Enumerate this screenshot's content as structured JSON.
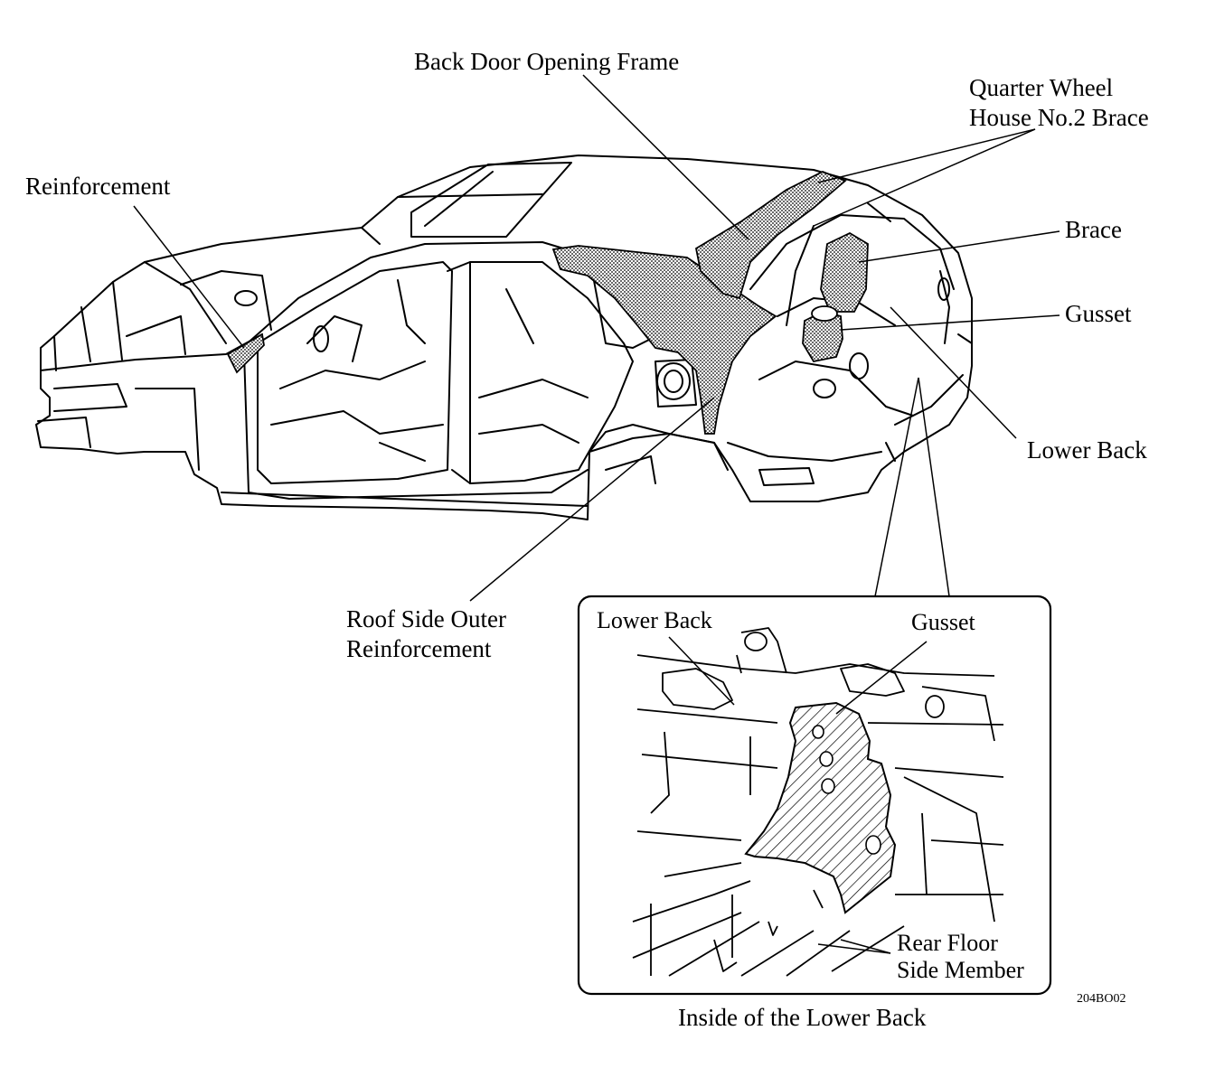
{
  "labels": {
    "back_door_opening_frame": "Back Door Opening Frame",
    "quarter_wheel_house_line1": "Quarter Wheel",
    "quarter_wheel_house_line2": "House No.2 Brace",
    "reinforcement": "Reinforcement",
    "brace": "Brace",
    "gusset": "Gusset",
    "lower_back": "Lower Back",
    "roof_side_outer_line1": "Roof Side Outer",
    "roof_side_outer_line2": "Reinforcement"
  },
  "inset": {
    "lower_back": "Lower Back",
    "gusset": "Gusset",
    "rear_floor_line1": "Rear Floor",
    "rear_floor_line2": "Side Member",
    "caption": "Inside of the Lower Back"
  },
  "figure_code": "204BO02"
}
